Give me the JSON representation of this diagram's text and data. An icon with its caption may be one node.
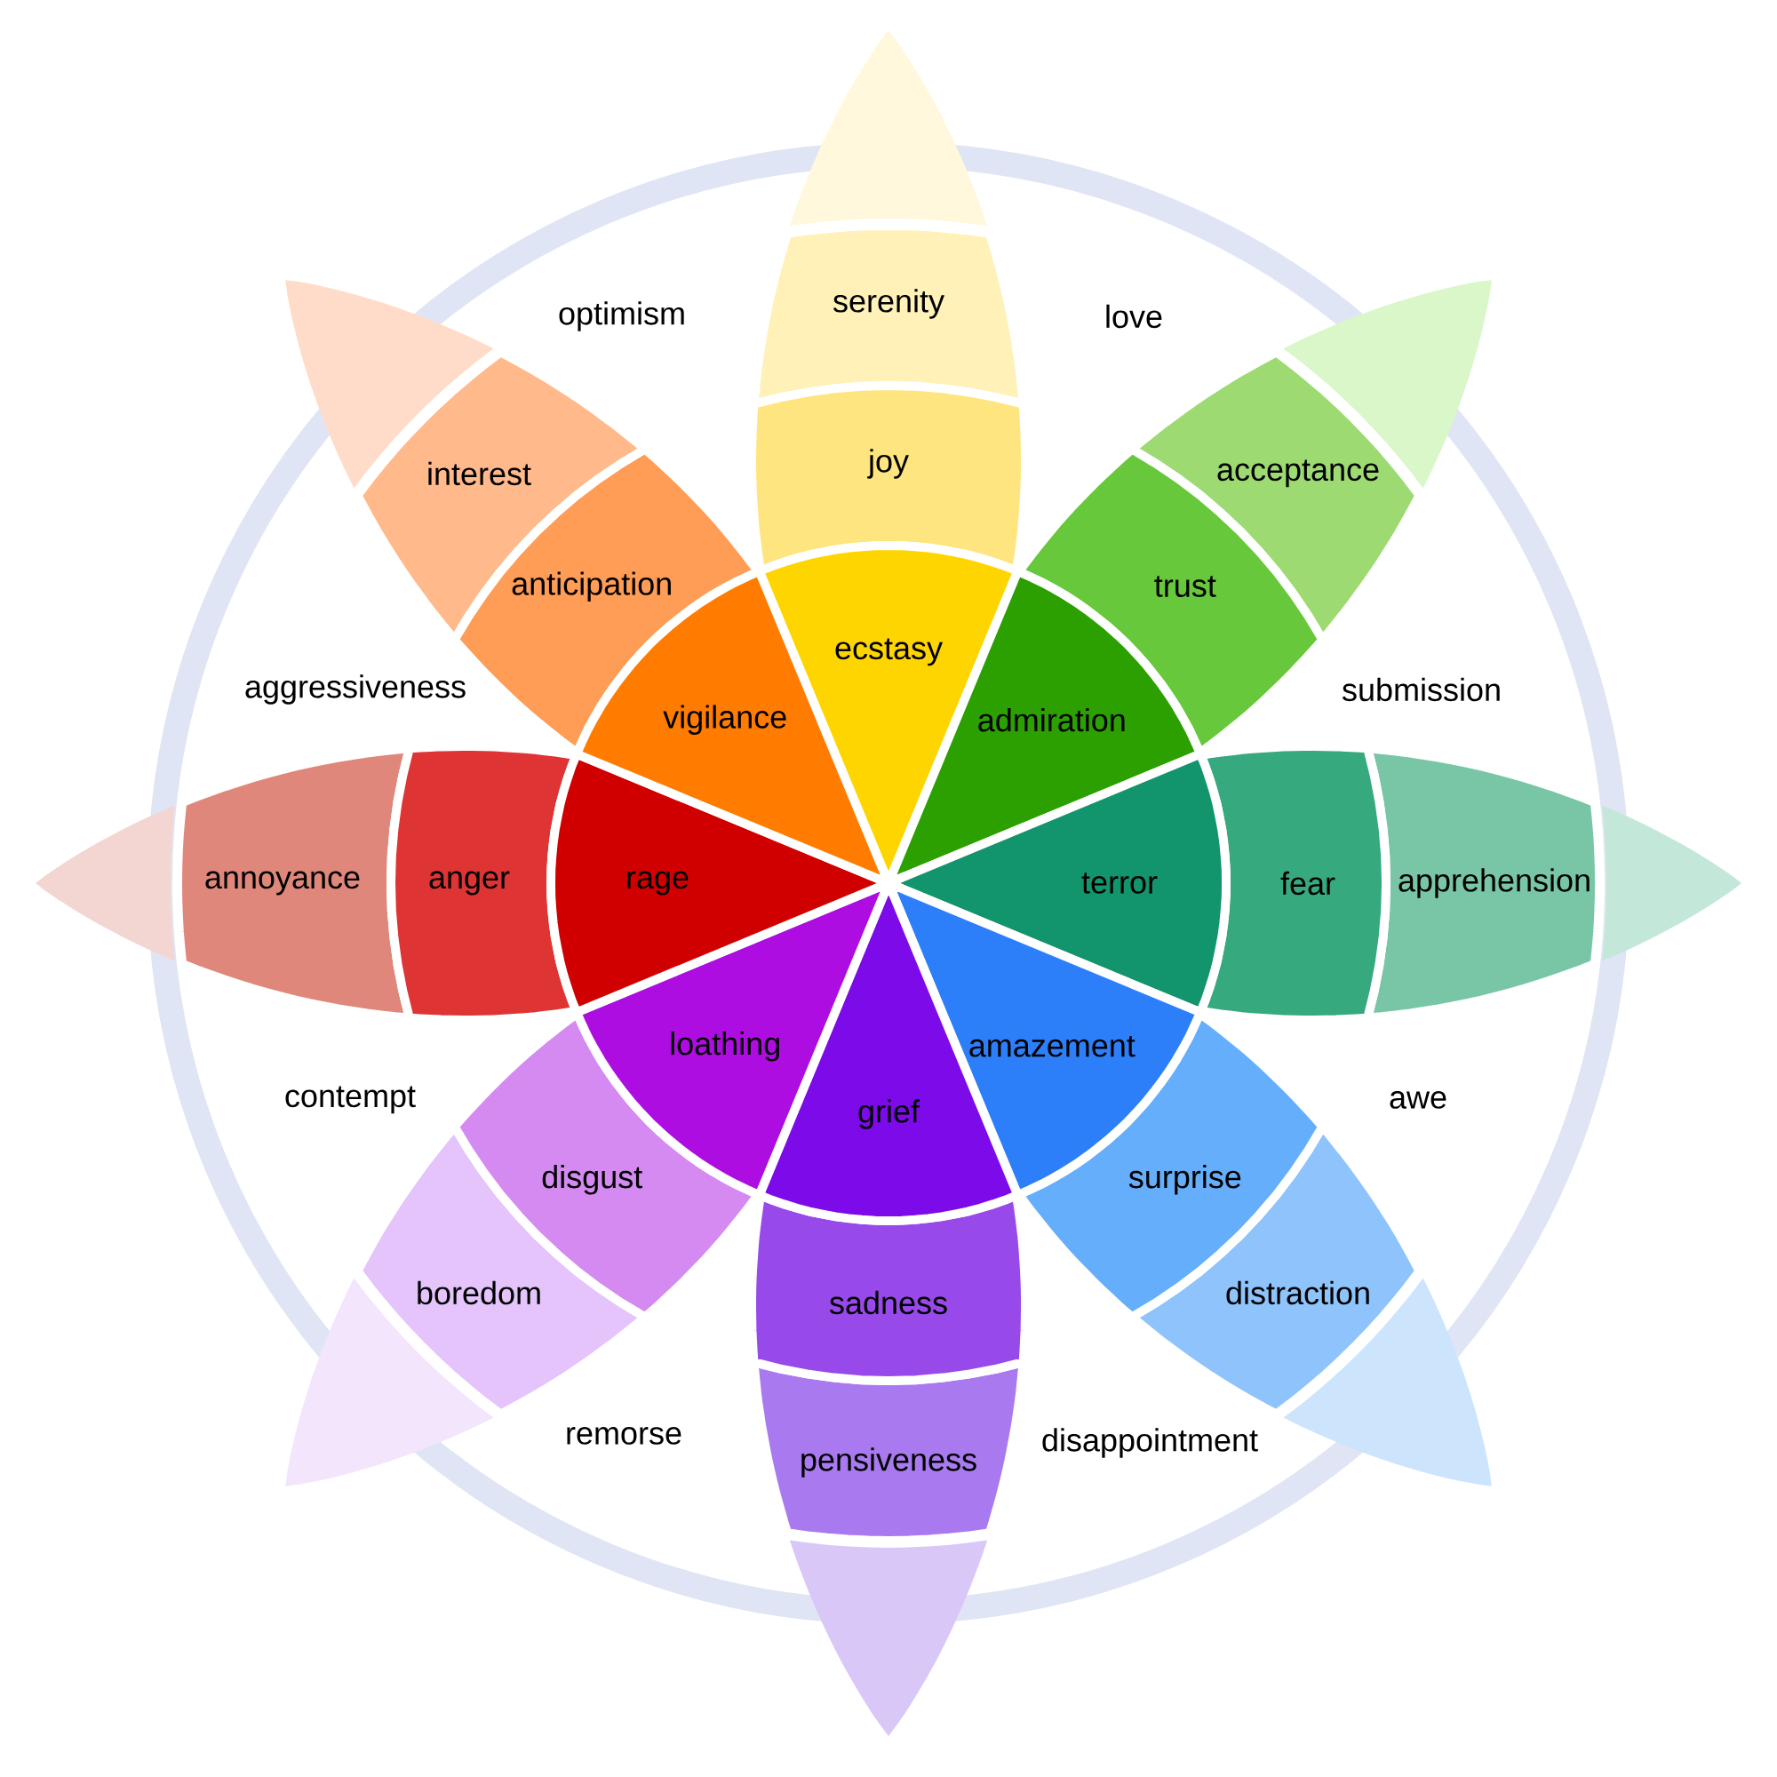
{
  "diagram": {
    "nodes": [
      {
        "text": [
          "ecstasy"
        ]
      },
      {
        "text": [
          "joy"
        ]
      },
      {
        "text": [
          "serenity"
        ]
      },
      {
        "text": [],
        "shape": "triangle"
      },
      {
        "text": [
          "admiration"
        ]
      },
      {
        "text": [
          "trust"
        ]
      },
      {
        "text": [
          "acceptance"
        ]
      },
      {
        "text": [],
        "shape": "triangle"
      },
      {
        "text": [
          "terror"
        ]
      },
      {
        "text": [
          "fear"
        ]
      },
      {
        "text": [
          "apprehension"
        ]
      },
      {
        "text": [],
        "shape": "triangle"
      },
      {
        "text": [
          "amazement"
        ]
      },
      {
        "text": [
          "surprise"
        ]
      },
      {
        "text": [
          "distraction"
        ]
      },
      {
        "text": [],
        "shape": "triangle"
      },
      {
        "text": [
          "grief"
        ]
      },
      {
        "text": [
          "sadness"
        ]
      },
      {
        "text": [
          "pensiveness"
        ]
      },
      {
        "text": [],
        "shape": "triangle"
      },
      {
        "text": [
          "loathing"
        ]
      },
      {
        "text": [
          "disgust"
        ]
      },
      {
        "text": [
          "boredom"
        ]
      },
      {
        "text": [],
        "shape": "triangle"
      },
      {
        "text": [
          "rage"
        ]
      },
      {
        "text": [
          "anger"
        ]
      },
      {
        "text": [
          "annoyance"
        ]
      },
      {
        "text": [],
        "shape": "triangle"
      },
      {
        "text": [
          "vigilance"
        ]
      },
      {
        "text": [
          "anticipation"
        ]
      },
      {
        "text": [
          "interest"
        ]
      },
      {
        "text": [],
        "shape": "triangle"
      }
    ],
    "labels": [
      "optimism",
      "love",
      "aggressiveness",
      "submission",
      "contempt",
      "awe",
      "remorse",
      "disappointment"
    ]
  }
}
